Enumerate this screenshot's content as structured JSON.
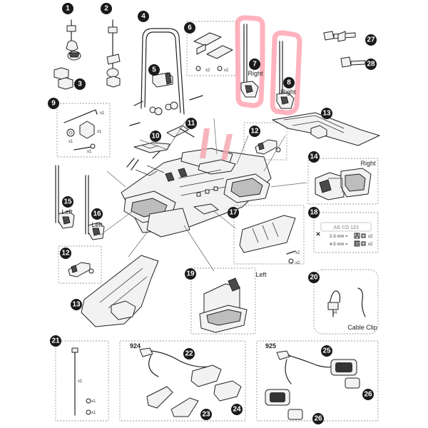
{
  "callouts": {
    "c1": "1",
    "c2": "2",
    "c3": "3",
    "c4": "4",
    "c5": "5",
    "c6": "6",
    "c7": "7",
    "c8": "8",
    "c9": "9",
    "c10": "10",
    "c11": "11",
    "c12": "12",
    "c13": "13",
    "c14": "14",
    "c15": "15",
    "c16": "16",
    "c17": "17",
    "c18": "18",
    "c19": "19",
    "c20": "20",
    "c21": "21",
    "c22": "22",
    "c23": "23",
    "c24": "24",
    "c25": "25",
    "c26": "26",
    "c27": "27",
    "c28": "28"
  },
  "labels": {
    "right": "Right",
    "left": "Left",
    "cable_clip": "Cable Clip",
    "variant_924": "924",
    "variant_925": "925",
    "plate_text": "AB CD 123",
    "spacer_a": "2-3 mm =",
    "spacer_b": "4-5 mm =",
    "letter_a": "A",
    "letter_b": "B"
  },
  "quantities": {
    "x1": "x1",
    "x2": "x2",
    "x4": "x4"
  },
  "colors": {
    "highlight": "#ff9aa8",
    "badge": "#1a1a1a",
    "dashed_box": "#9a9a9a"
  }
}
